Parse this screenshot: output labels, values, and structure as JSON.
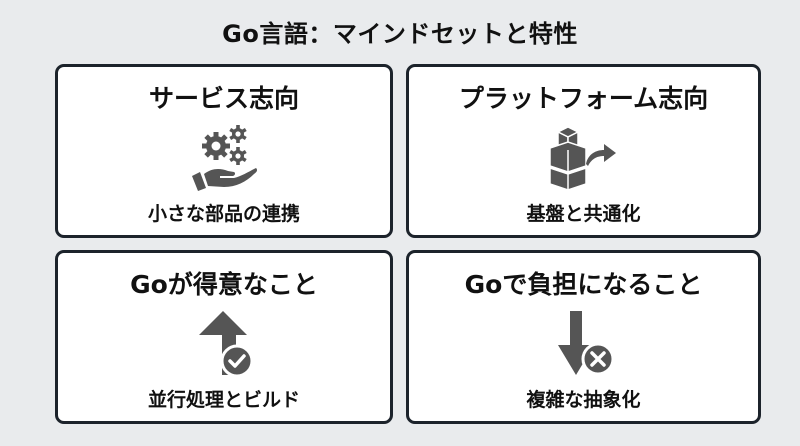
{
  "title": "Go言語：マインドセットと特性",
  "colors": {
    "background": "#e9ebed",
    "card": "#ffffff",
    "border": "#1c232b",
    "icon": "#555555"
  },
  "cards": [
    {
      "heading": "サービス志向",
      "icon": "hand-gears-icon",
      "caption": "小さな部品の連携"
    },
    {
      "heading": "プラットフォーム志向",
      "icon": "stacked-boxes-arrow-icon",
      "caption": "基盤と共通化"
    },
    {
      "heading": "Goが得意なこと",
      "icon": "up-arrow-check-icon",
      "caption": "並行処理とビルド"
    },
    {
      "heading": "Goで負担になること",
      "icon": "down-arrow-x-icon",
      "caption": "複雑な抽象化"
    }
  ]
}
